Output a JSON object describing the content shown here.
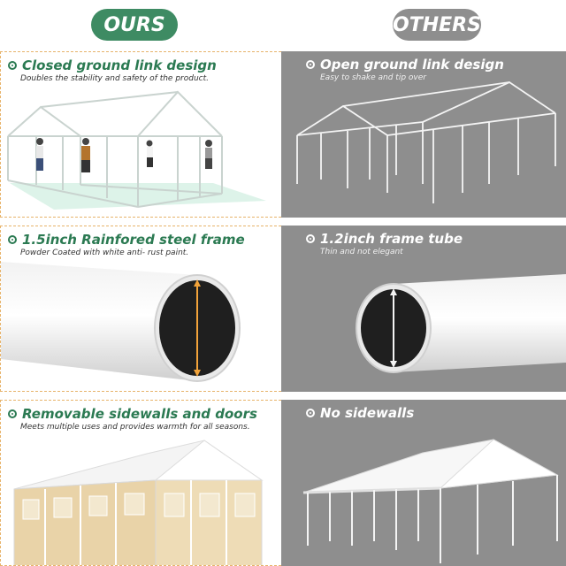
{
  "badges": {
    "ours": "OURS",
    "others": "OTHERS"
  },
  "rows": [
    {
      "left": {
        "title": "Closed ground link design",
        "subtitle": "Doubles the stability and safety of the product."
      },
      "right": {
        "title": "Open ground link design",
        "subtitle": "Easy to shake and tip over"
      }
    },
    {
      "left": {
        "title": "1.5inch Rainfored steel frame",
        "subtitle": "Powder Coated with white anti- rust paint."
      },
      "right": {
        "title": "1.2inch frame tube",
        "subtitle": "Thin and not elegant"
      }
    },
    {
      "left": {
        "title": "Removable sidewalls and doors",
        "subtitle": "Meets multiple uses and provides warmth for all seasons."
      },
      "right": {
        "title": "No sidewalls",
        "subtitle": ""
      }
    }
  ],
  "colors": {
    "green": "#3e8b63",
    "gray": "#8e8e8e",
    "orange_border": "#e7b36a",
    "measure": "#f2a33a"
  }
}
